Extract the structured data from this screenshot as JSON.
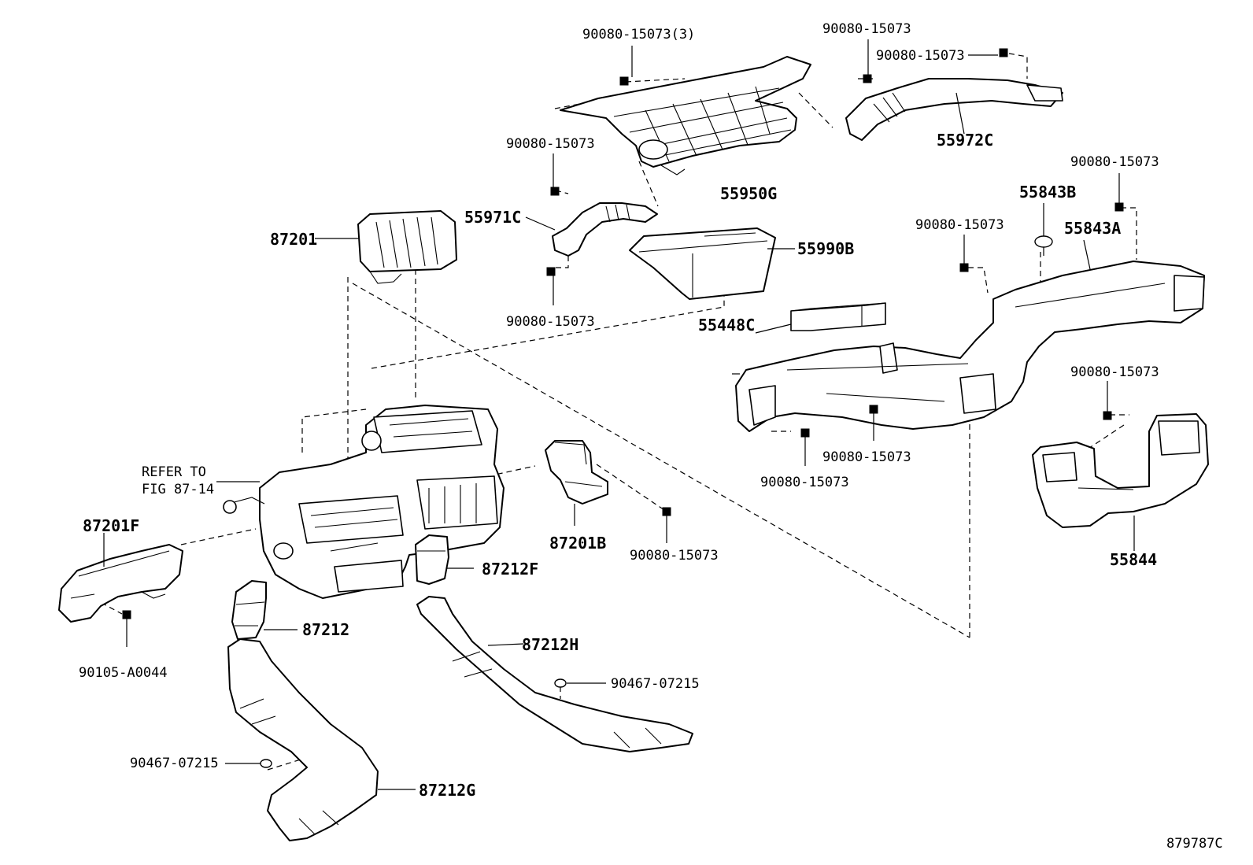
{
  "diagram": {
    "reference_code": "879787C",
    "refer_to_line1": "REFER TO",
    "refer_to_line2": "FIG 87-14",
    "parts": {
      "p_90080_15073_3": "90080-15073(3)",
      "p_90080_15073_top": "90080-15073",
      "p_90080_15073_topright": "90080-15073",
      "p_55972C": "55972C",
      "p_90080_15073_left_a": "90080-15073",
      "p_55950G": "55950G",
      "p_55971C": "55971C",
      "p_90080_15073_left_b": "90080-15073",
      "p_87201": "87201",
      "p_55990B": "55990B",
      "p_55448C": "55448C",
      "p_90080_15073_right1": "90080-15073",
      "p_55843B": "55843B",
      "p_90080_15073_mid": "90080-15073",
      "p_55843A": "55843A",
      "p_90080_15073_right2": "90080-15073",
      "p_90080_15073_center1": "90080-15073",
      "p_90080_15073_center2": "90080-15073",
      "p_55844": "55844",
      "p_87201F": "87201F",
      "p_87201B": "87201B",
      "p_90080_15073_lower": "90080-15073",
      "p_87212F": "87212F",
      "p_87212": "87212",
      "p_90105_A0044": "90105-A0044",
      "p_87212H": "87212H",
      "p_90467_07215_right": "90467-07215",
      "p_90467_07215_left": "90467-07215",
      "p_87212G": "87212G"
    }
  }
}
